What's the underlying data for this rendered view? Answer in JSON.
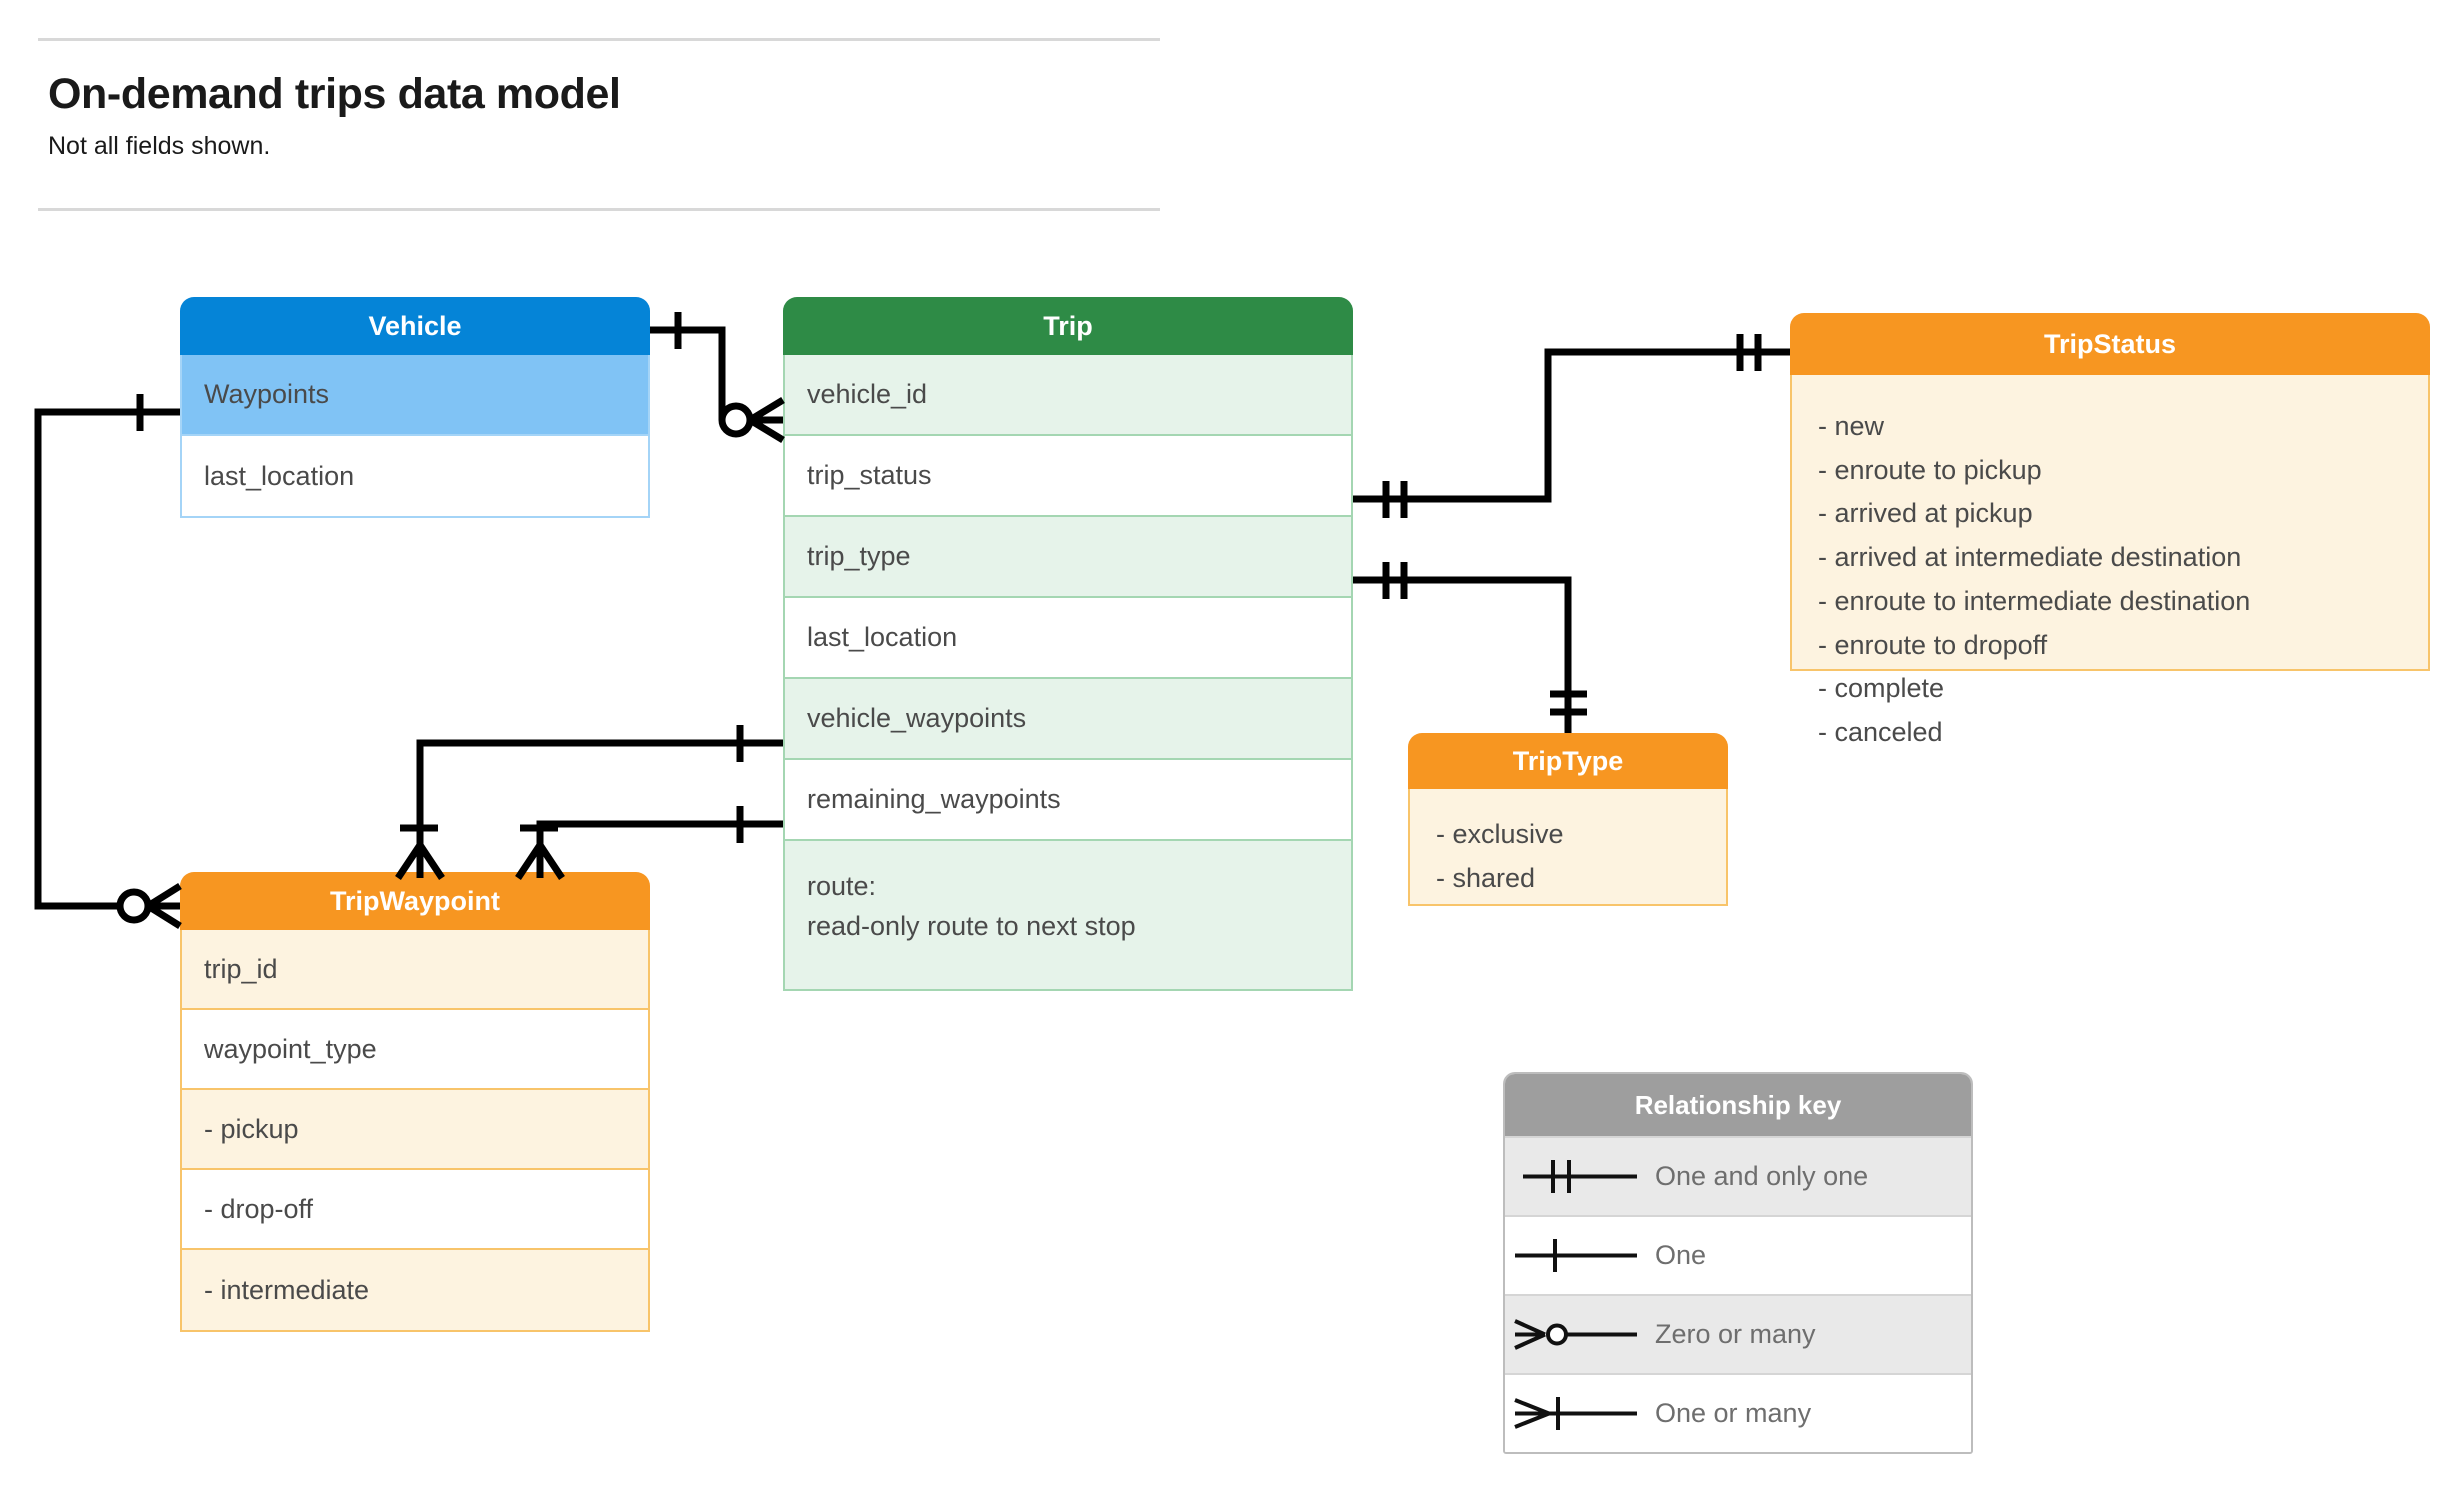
{
  "page": {
    "title": "On-demand trips data model",
    "subtitle": "Not all fields shown."
  },
  "entities": {
    "vehicle": {
      "name": "Vehicle",
      "header_color": "#0584d7",
      "fields": [
        {
          "label": "Waypoints"
        },
        {
          "label": "last_location"
        }
      ]
    },
    "trip": {
      "name": "Trip",
      "header_color": "#2e8b46",
      "fields": [
        {
          "label": "vehicle_id"
        },
        {
          "label": "trip_status"
        },
        {
          "label": "trip_type"
        },
        {
          "label": "last_location"
        },
        {
          "label": "vehicle_waypoints"
        },
        {
          "label": "remaining_waypoints"
        }
      ],
      "route_field": {
        "line1": "route:",
        "line2": "read-only route to next stop"
      }
    },
    "trip_status": {
      "name": "TripStatus",
      "header_color": "#f79621",
      "values": [
        "- new",
        "- enroute to pickup",
        "- arrived at pickup",
        "- arrived at intermediate destination",
        "- enroute to intermediate destination",
        "- enroute to dropoff",
        "- complete",
        "- canceled"
      ]
    },
    "trip_type": {
      "name": "TripType",
      "header_color": "#f79621",
      "values": [
        "- exclusive",
        "- shared"
      ]
    },
    "trip_waypoint": {
      "name": "TripWaypoint",
      "header_color": "#f79621",
      "fields": [
        {
          "label": "trip_id"
        },
        {
          "label": "waypoint_type"
        },
        {
          "label": " -  pickup"
        },
        {
          "label": " -  drop-off"
        },
        {
          "label": " -  intermediate"
        }
      ]
    }
  },
  "legend": {
    "title": "Relationship key",
    "rows": [
      {
        "symbol": "one-and-only-one",
        "label": "One and only one"
      },
      {
        "symbol": "one",
        "label": "One"
      },
      {
        "symbol": "zero-or-many",
        "label": "Zero or many"
      },
      {
        "symbol": "one-or-many",
        "label": "One or many"
      }
    ]
  },
  "relationships": [
    {
      "from": "Vehicle",
      "from_card": "one",
      "to": "Trip.vehicle_id",
      "to_card": "zero or many"
    },
    {
      "from": "Vehicle.Waypoints",
      "from_card": "one",
      "to": "TripWaypoint",
      "to_card": "zero or many"
    },
    {
      "from": "Trip.trip_status",
      "from_card": "one and only one",
      "to": "TripStatus",
      "to_card": "one and only one"
    },
    {
      "from": "Trip.trip_type",
      "from_card": "one and only one",
      "to": "TripType",
      "to_card": "one and only one"
    },
    {
      "from": "Trip.vehicle_waypoints",
      "from_card": "one",
      "to": "TripWaypoint",
      "to_card": "one or many"
    },
    {
      "from": "Trip.remaining_waypoints",
      "from_card": "one",
      "to": "TripWaypoint",
      "to_card": "one or many"
    }
  ]
}
